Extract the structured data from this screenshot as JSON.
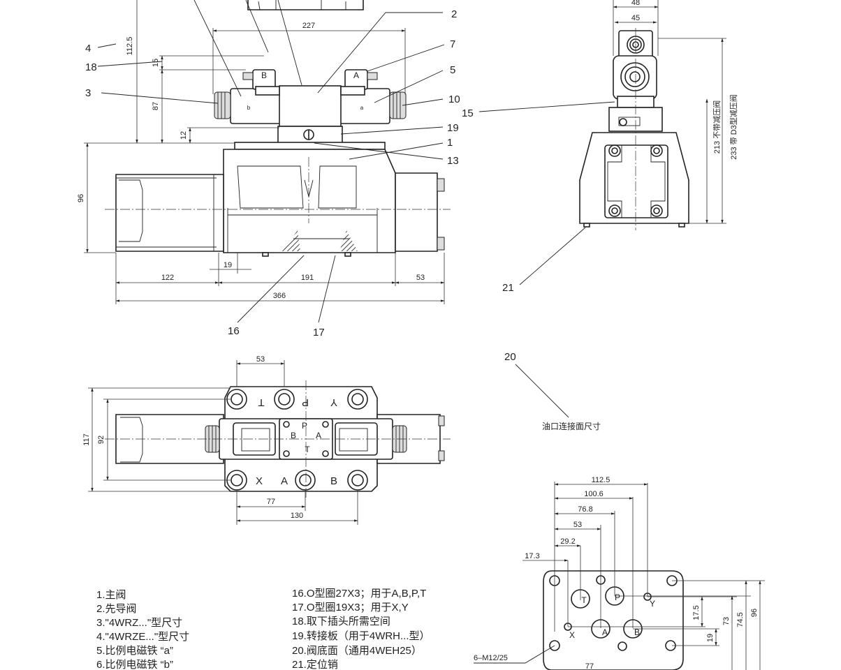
{
  "dimensions": {
    "d227": "227",
    "d112_5": "112.5",
    "d15": "15",
    "d87": "87",
    "d12": "12",
    "d96_front": "96",
    "d19": "19",
    "d122": "122",
    "d191": "191",
    "d53": "53",
    "d366": "366",
    "d48": "48",
    "d45": "45",
    "side_213": "213 不带减压阀",
    "side_233": "233 带 D3型减压阀",
    "top_53": "53",
    "top_117": "117",
    "top_92": "92",
    "top_77": "77",
    "top_130": "130",
    "p_112_5": "112.5",
    "p_100_6": "100.6",
    "p_76_8": "76.8",
    "p_53": "53",
    "p_29_2": "29.2",
    "p_17_3": "17.3",
    "p_17_5": "17.5",
    "p_73": "73",
    "p_74_5": "74.5",
    "p_96": "96",
    "p_19": "19",
    "p_77": "77",
    "p_m12": "6–M12/25"
  },
  "balloons": {
    "b1": "1",
    "b2": "2",
    "b3": "3",
    "b4": "4",
    "b5": "5",
    "b7": "7",
    "b10": "10",
    "b13": "13",
    "b15": "15",
    "b16": "16",
    "b17": "17",
    "b18": "18",
    "b19": "19",
    "b20": "20",
    "b21": "21"
  },
  "labels": {
    "b_front": "B",
    "a_front": "A",
    "a_small": "a",
    "b_small": "b",
    "port_T": "T",
    "port_P": "P",
    "port_Y": "Y",
    "port_X": "X",
    "port_A": "A",
    "port_B": "B",
    "pilot_P": "P",
    "pilot_A": "A",
    "pilot_B": "B",
    "pilot_T": "T",
    "pat_T": "T",
    "pat_P": "P",
    "pat_Y": "Y",
    "pat_X": "X",
    "pat_A": "A",
    "pat_B": "B",
    "mounting_title": "油口连接面尺寸"
  },
  "legend_left": [
    "1.主阀",
    "2.先导阀",
    "3.\"4WRZ...\"型尺寸",
    "4.\"4WRZE...\"型尺寸",
    "5.比例电磁铁 “a”",
    "6.比例电磁铁 “b”"
  ],
  "legend_right": [
    "16.O型圈27X3；用于A,B,P,T",
    "17.O型圈19X3；用于X,Y",
    "18.取下插头所需空间",
    "19.转接板（用于4WRH...型）",
    "20.阀底面（通用4WEH25）",
    "21.定位销"
  ]
}
